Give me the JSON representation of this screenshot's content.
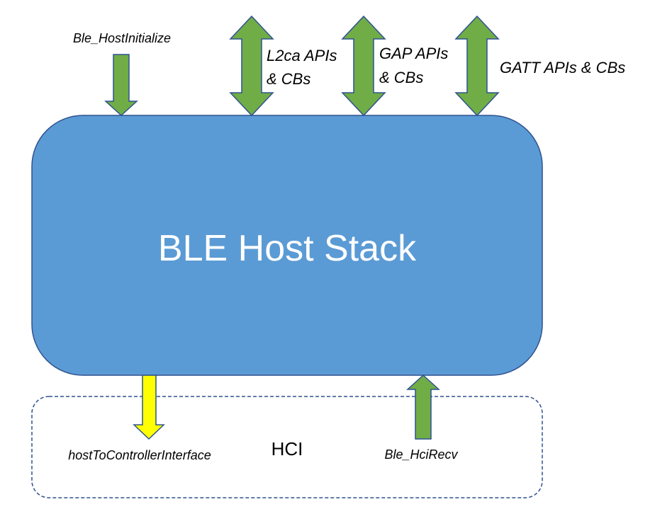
{
  "host_stack": {
    "label": "BLE Host Stack"
  },
  "hci": {
    "label": "HCI"
  },
  "inputs": {
    "host_initialize": "Ble_HostInitialize",
    "hci_recv": "Ble_HciRecv"
  },
  "outputs": {
    "host_to_controller": "hostToControllerInterface"
  },
  "apis": {
    "l2ca_line1": "L2ca APIs",
    "l2ca_line2": "& CBs",
    "gap_line1": "GAP APIs",
    "gap_line2": "& CBs",
    "gatt": "GATT APIs & CBs"
  },
  "colors": {
    "stack_fill": "#5b9bd5",
    "stack_stroke": "#2f528f",
    "arrow_green": "#70ad47",
    "arrow_yellow": "#ffff00",
    "hci_border": "#2f528f"
  }
}
